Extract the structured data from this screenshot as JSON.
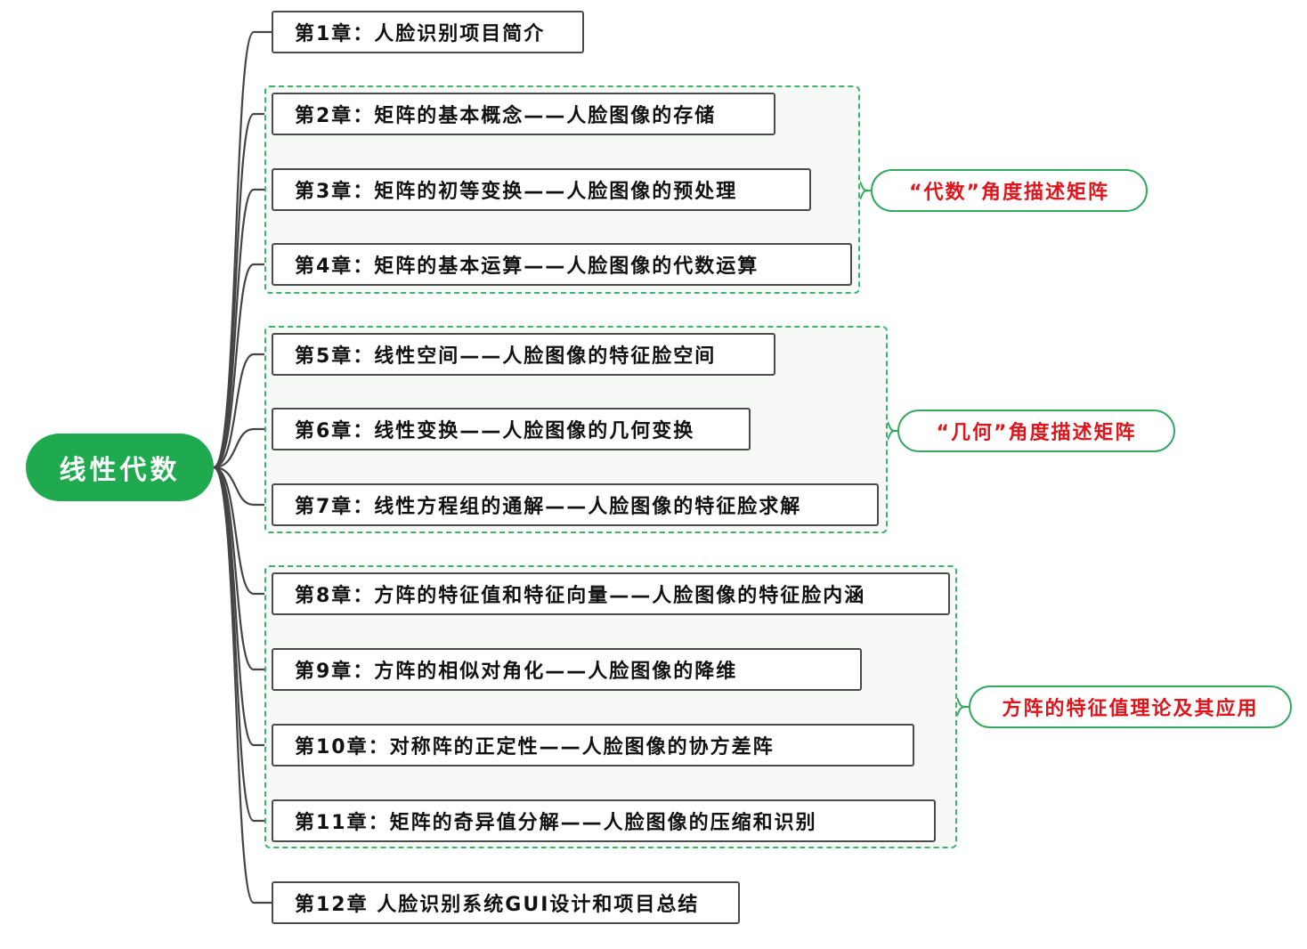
{
  "colors": {
    "root_fill": "#1faa4f",
    "group_border": "#3cb36a",
    "group_fill": "#f7f9f7",
    "annotation_text": "#e0141b",
    "annotation_border": "#35a860",
    "connector": "#444444"
  },
  "root": {
    "label": "线性代数"
  },
  "chapters": [
    {
      "label": "第1章：人脸识别项目简介"
    },
    {
      "label": "第2章：矩阵的基本概念——人脸图像的存储"
    },
    {
      "label": "第3章：矩阵的初等变换——人脸图像的预处理"
    },
    {
      "label": "第4章：矩阵的基本运算——人脸图像的代数运算"
    },
    {
      "label": "第5章：线性空间——人脸图像的特征脸空间"
    },
    {
      "label": "第6章：线性变换——人脸图像的几何变换"
    },
    {
      "label": "第7章：线性方程组的通解——人脸图像的特征脸求解"
    },
    {
      "label": "第8章：方阵的特征值和特征向量——人脸图像的特征脸内涵"
    },
    {
      "label": "第9章：方阵的相似对角化——人脸图像的降维"
    },
    {
      "label": "第10章：对称阵的正定性——人脸图像的协方差阵"
    },
    {
      "label": "第11章：矩阵的奇异值分解——人脸图像的压缩和识别"
    },
    {
      "label": "第12章 人脸识别系统GUI设计和项目总结"
    }
  ],
  "groups": [
    {
      "annotation": "“代数”角度描述矩阵"
    },
    {
      "annotation": "“几何”角度描述矩阵"
    },
    {
      "annotation": "方阵的特征值理论及其应用"
    }
  ]
}
